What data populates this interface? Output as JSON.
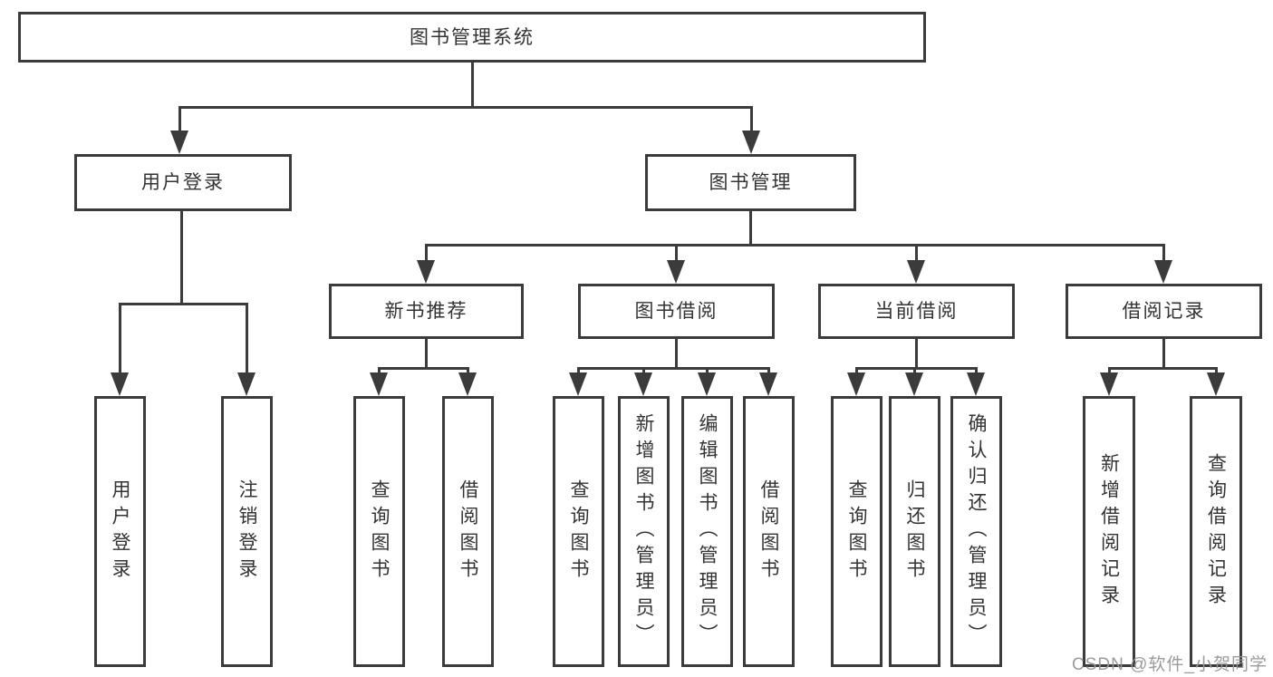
{
  "diagram": {
    "title": "图书管理系统",
    "level2": {
      "user_login": "用户登录",
      "book_management": "图书管理"
    },
    "level3": {
      "new_book_recommend": "新书推荐",
      "book_borrow": "图书借阅",
      "current_borrow": "当前借阅",
      "borrow_records": "借阅记录"
    },
    "leaves": {
      "user_login": "用户登录",
      "logout": "注销登录",
      "query_books_a": "查询图书",
      "borrow_books_a": "借阅图书",
      "query_books_b": "查询图书",
      "add_books_admin": "新增图书（管理员）",
      "edit_books_admin": "编辑图书（管理员）",
      "borrow_books_b": "借阅图书",
      "query_books_c": "查询图书",
      "return_books": "归还图书",
      "confirm_return_admin": "确认归还（管理员）",
      "add_borrow_record": "新增借阅记录",
      "query_borrow_record": "查询借阅记录"
    }
  },
  "watermark": "CSDN @软件_小贺同学",
  "colors": {
    "line": "#3b3b3b",
    "text": "#333333",
    "watermark": "#969696"
  }
}
